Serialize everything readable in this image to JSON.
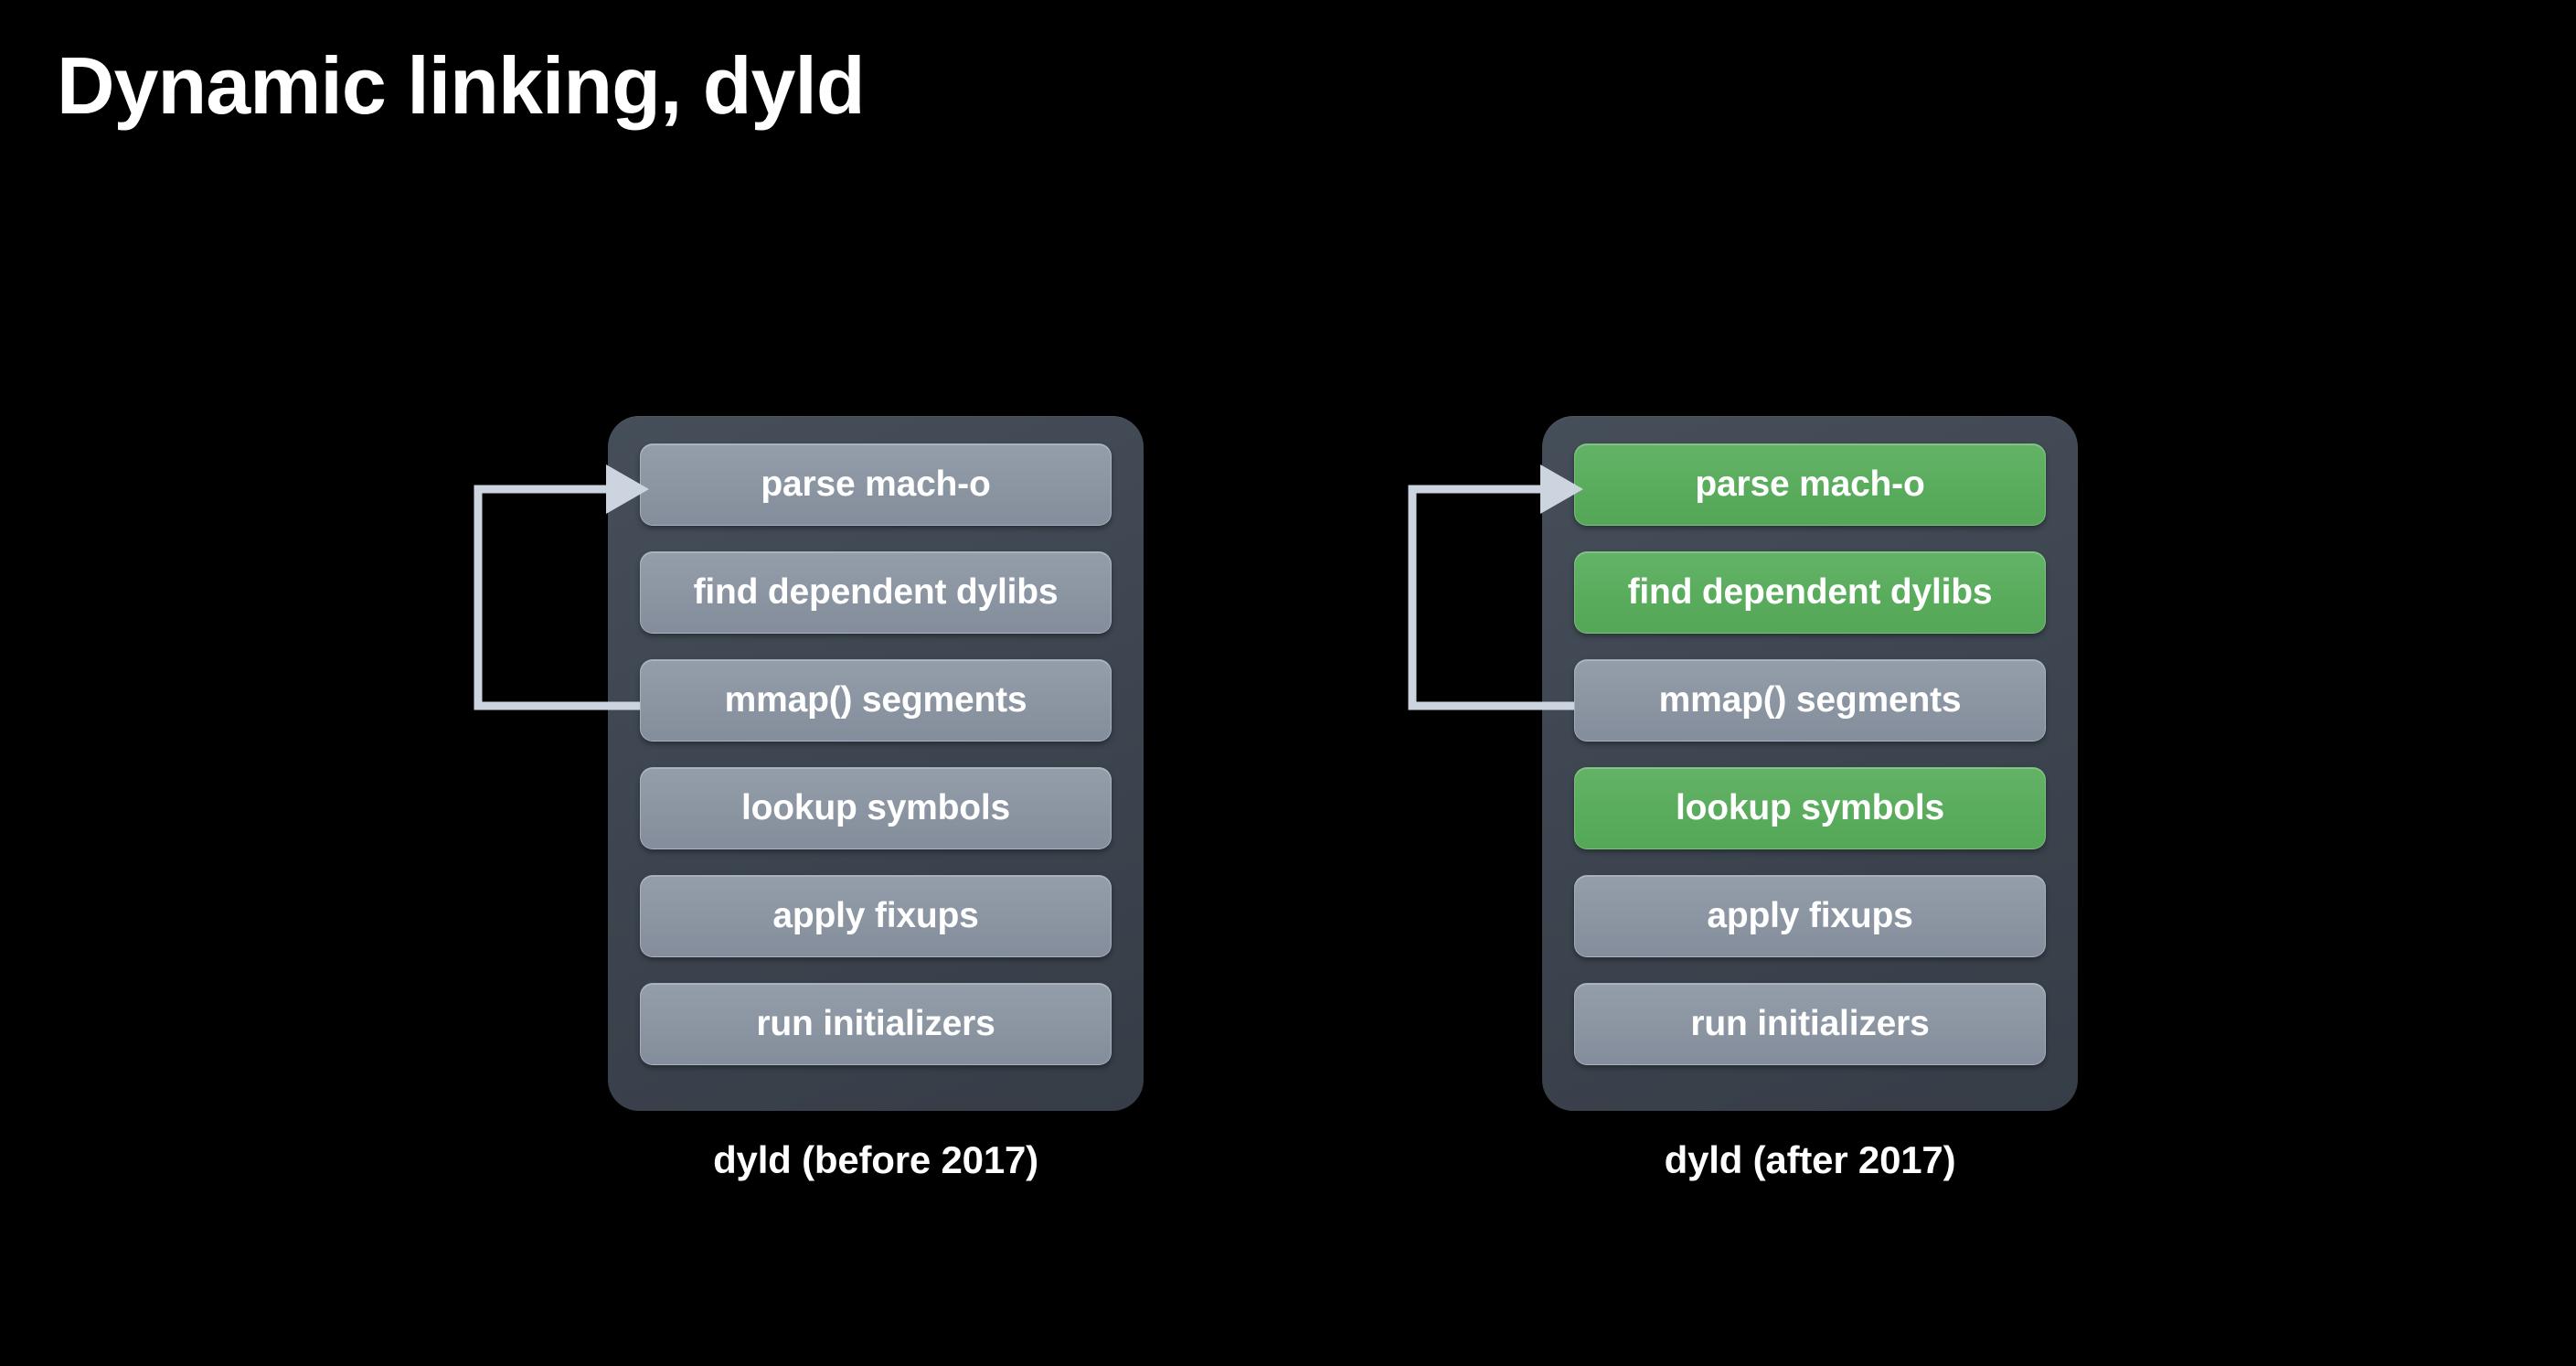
{
  "slide": {
    "title": "Dynamic linking, dyld",
    "background_color": "#000000"
  },
  "colors": {
    "panel_background": "#3f4852",
    "step_gray": "#8b95a2",
    "step_green": "#5aac5d",
    "arrow": "#ccd4e0",
    "text": "#ffffff"
  },
  "diagrams": [
    {
      "id": "dyld-before-2017",
      "caption": "dyld (before 2017)",
      "steps": [
        {
          "label": "parse mach-o",
          "state": "gray"
        },
        {
          "label": "find dependent dylibs",
          "state": "gray"
        },
        {
          "label": "mmap() segments",
          "state": "gray"
        },
        {
          "label": "lookup symbols",
          "state": "gray"
        },
        {
          "label": "apply fixups",
          "state": "gray"
        },
        {
          "label": "run initializers",
          "state": "gray"
        }
      ],
      "loop_arrow": {
        "from_step": "mmap() segments",
        "to_step": "parse mach-o",
        "direction": "counter-clockwise"
      }
    },
    {
      "id": "dyld-after-2017",
      "caption": "dyld (after 2017)",
      "steps": [
        {
          "label": "parse mach-o",
          "state": "green"
        },
        {
          "label": "find dependent dylibs",
          "state": "green"
        },
        {
          "label": "mmap() segments",
          "state": "gray"
        },
        {
          "label": "lookup symbols",
          "state": "green"
        },
        {
          "label": "apply fixups",
          "state": "gray"
        },
        {
          "label": "run initializers",
          "state": "gray"
        }
      ],
      "loop_arrow": {
        "from_step": "mmap() segments",
        "to_step": "parse mach-o",
        "direction": "counter-clockwise"
      }
    }
  ]
}
